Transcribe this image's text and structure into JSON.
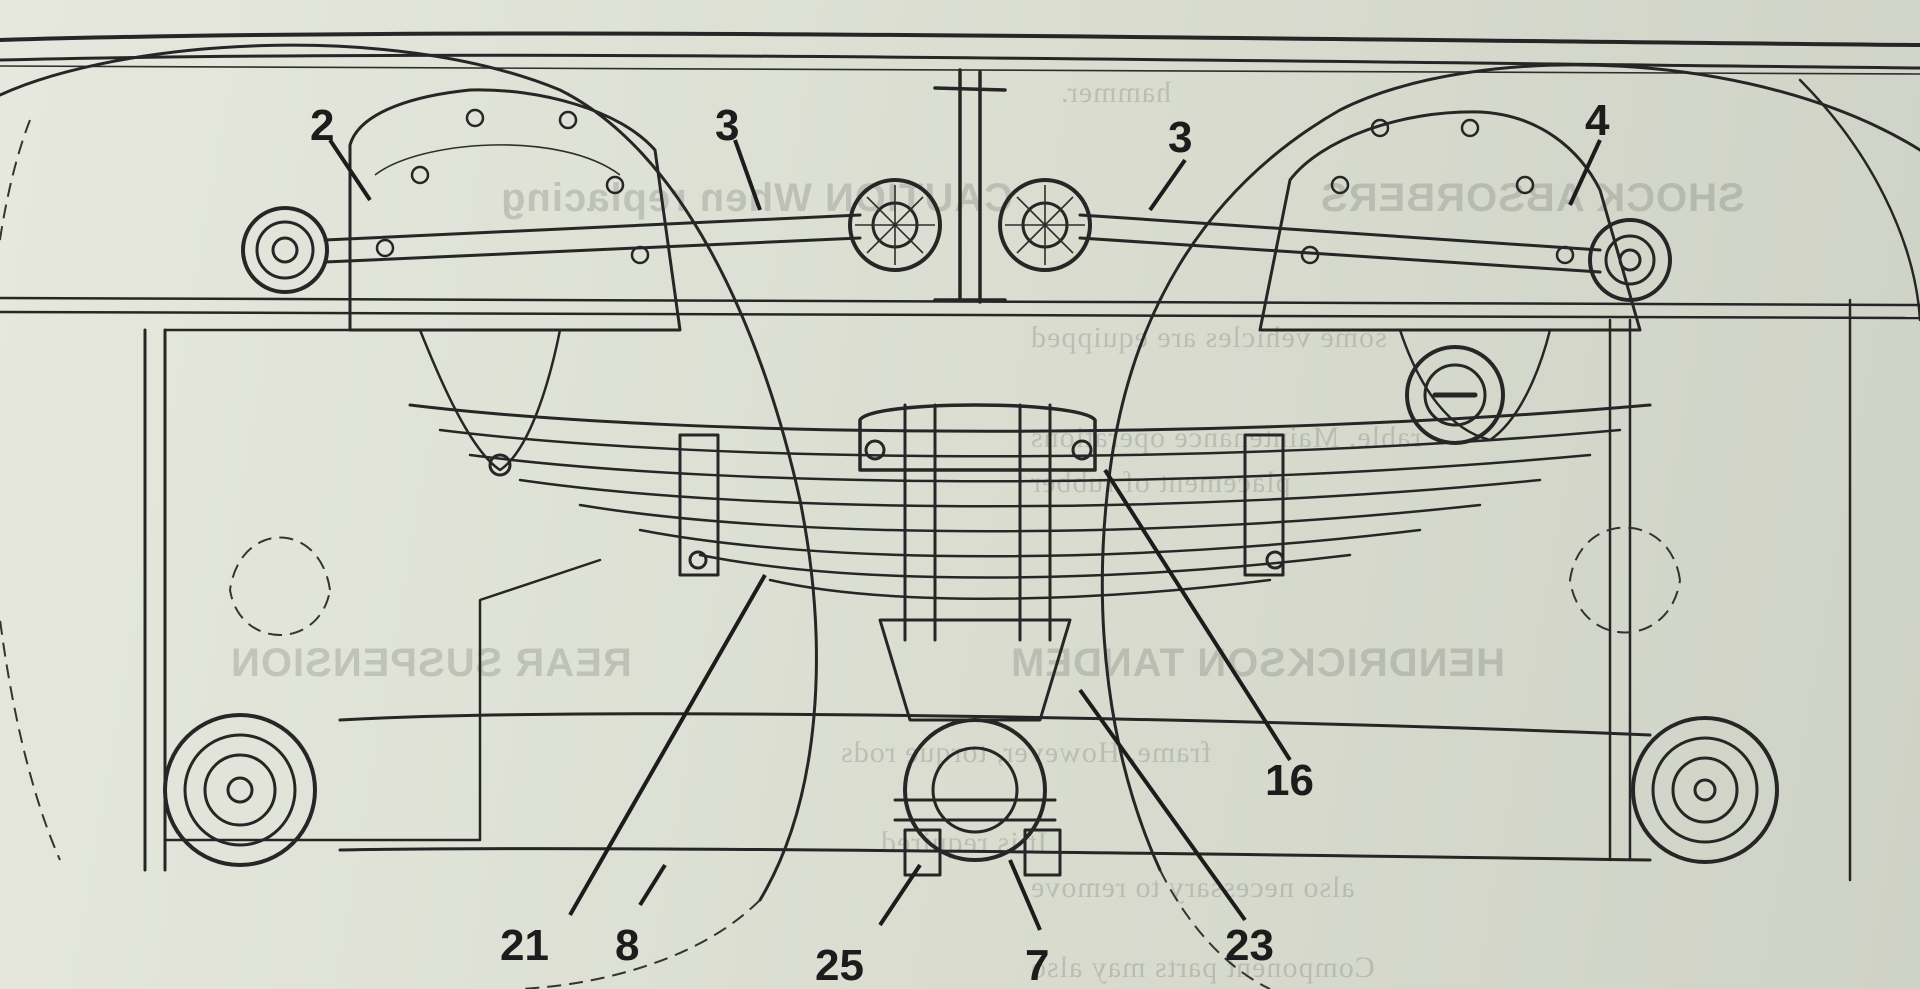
{
  "callouts": [
    {
      "label": "2"
    },
    {
      "label": "3"
    },
    {
      "label": "3"
    },
    {
      "label": "4"
    },
    {
      "label": "16"
    },
    {
      "label": "23"
    },
    {
      "label": "21"
    },
    {
      "label": "8"
    },
    {
      "label": "25"
    },
    {
      "label": "7"
    }
  ],
  "bleed_text": [
    "hammer.",
    "SHOCK ABSORBERS",
    "CAUTION When replacing",
    "some vehicles are equipped",
    "rable. Maintenance operations",
    "placement of rubber",
    "HENDRICKSON TANDEM",
    "REAR SUSPENSION",
    "frame. However, torque rods",
    "It is required",
    "also necessary to remove",
    "Component parts may also"
  ]
}
